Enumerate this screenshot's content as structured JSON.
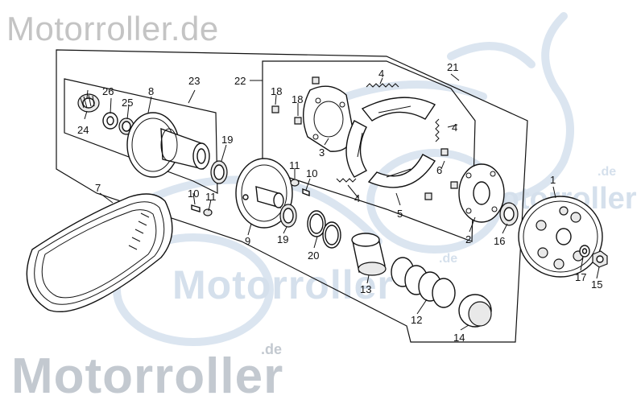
{
  "watermarks": {
    "top": "Motorroller.de",
    "middle": "Motorroller",
    "middle_de": ".de",
    "right": "Motorroller",
    "right_de": ".de",
    "bottom": "Motorroller",
    "bottom_de": ".de"
  },
  "callouts": {
    "p1": "1",
    "p2": "2",
    "p3": "3",
    "p4a": "4",
    "p4b": "4",
    "p4c": "4",
    "p5": "5",
    "p6": "6",
    "p7": "7",
    "p8": "8",
    "p9": "9",
    "p10a": "10",
    "p10b": "10",
    "p11a": "11",
    "p11b": "11",
    "p12": "12",
    "p13": "13",
    "p14": "14",
    "p15": "15",
    "p16": "16",
    "p17": "17",
    "p18a": "18",
    "p18b": "18",
    "p19a": "19",
    "p19b": "19",
    "p20": "20",
    "p21": "21",
    "p22": "22",
    "p23": "23",
    "p24": "24",
    "p25": "25",
    "p26": "26"
  },
  "colors": {
    "ink": "#111111",
    "watermark_gray": "#c4c4c4",
    "watermark_blue": "#d5e0ec"
  }
}
